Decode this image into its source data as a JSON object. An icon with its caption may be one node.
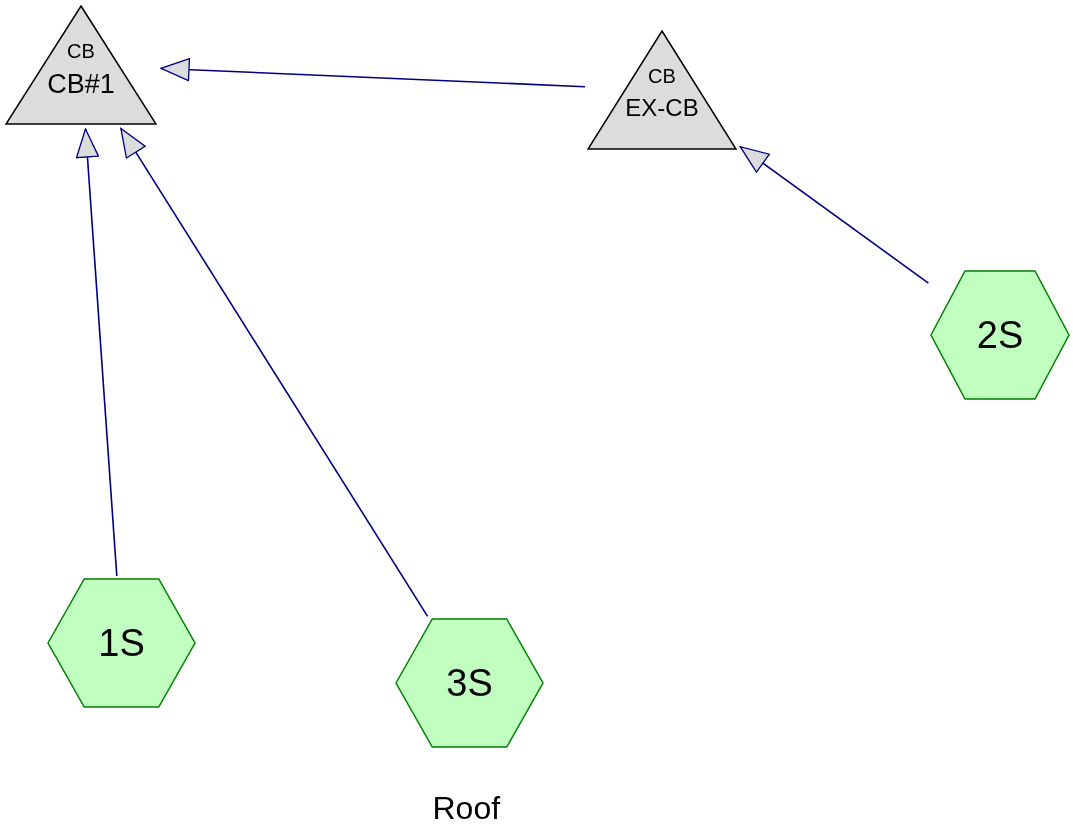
{
  "diagram": {
    "nodes": [
      {
        "text": [
          "CB",
          "CB#1"
        ]
      },
      {
        "text": [
          "CB",
          "EX-CB"
        ]
      },
      {
        "text": [
          "2S"
        ]
      },
      {
        "text": [
          "1S"
        ]
      },
      {
        "text": [
          "3S"
        ],
        "beside": [
          "Roof"
        ]
      }
    ],
    "edges": [
      {
        "from": 1,
        "to": 0,
        "arrow": "to"
      },
      {
        "from": 2,
        "to": 1,
        "arrow": "to"
      },
      {
        "from": 3,
        "to": 0,
        "arrow": "to"
      },
      {
        "from": 4,
        "to": 0,
        "arrow": "to"
      }
    ]
  }
}
